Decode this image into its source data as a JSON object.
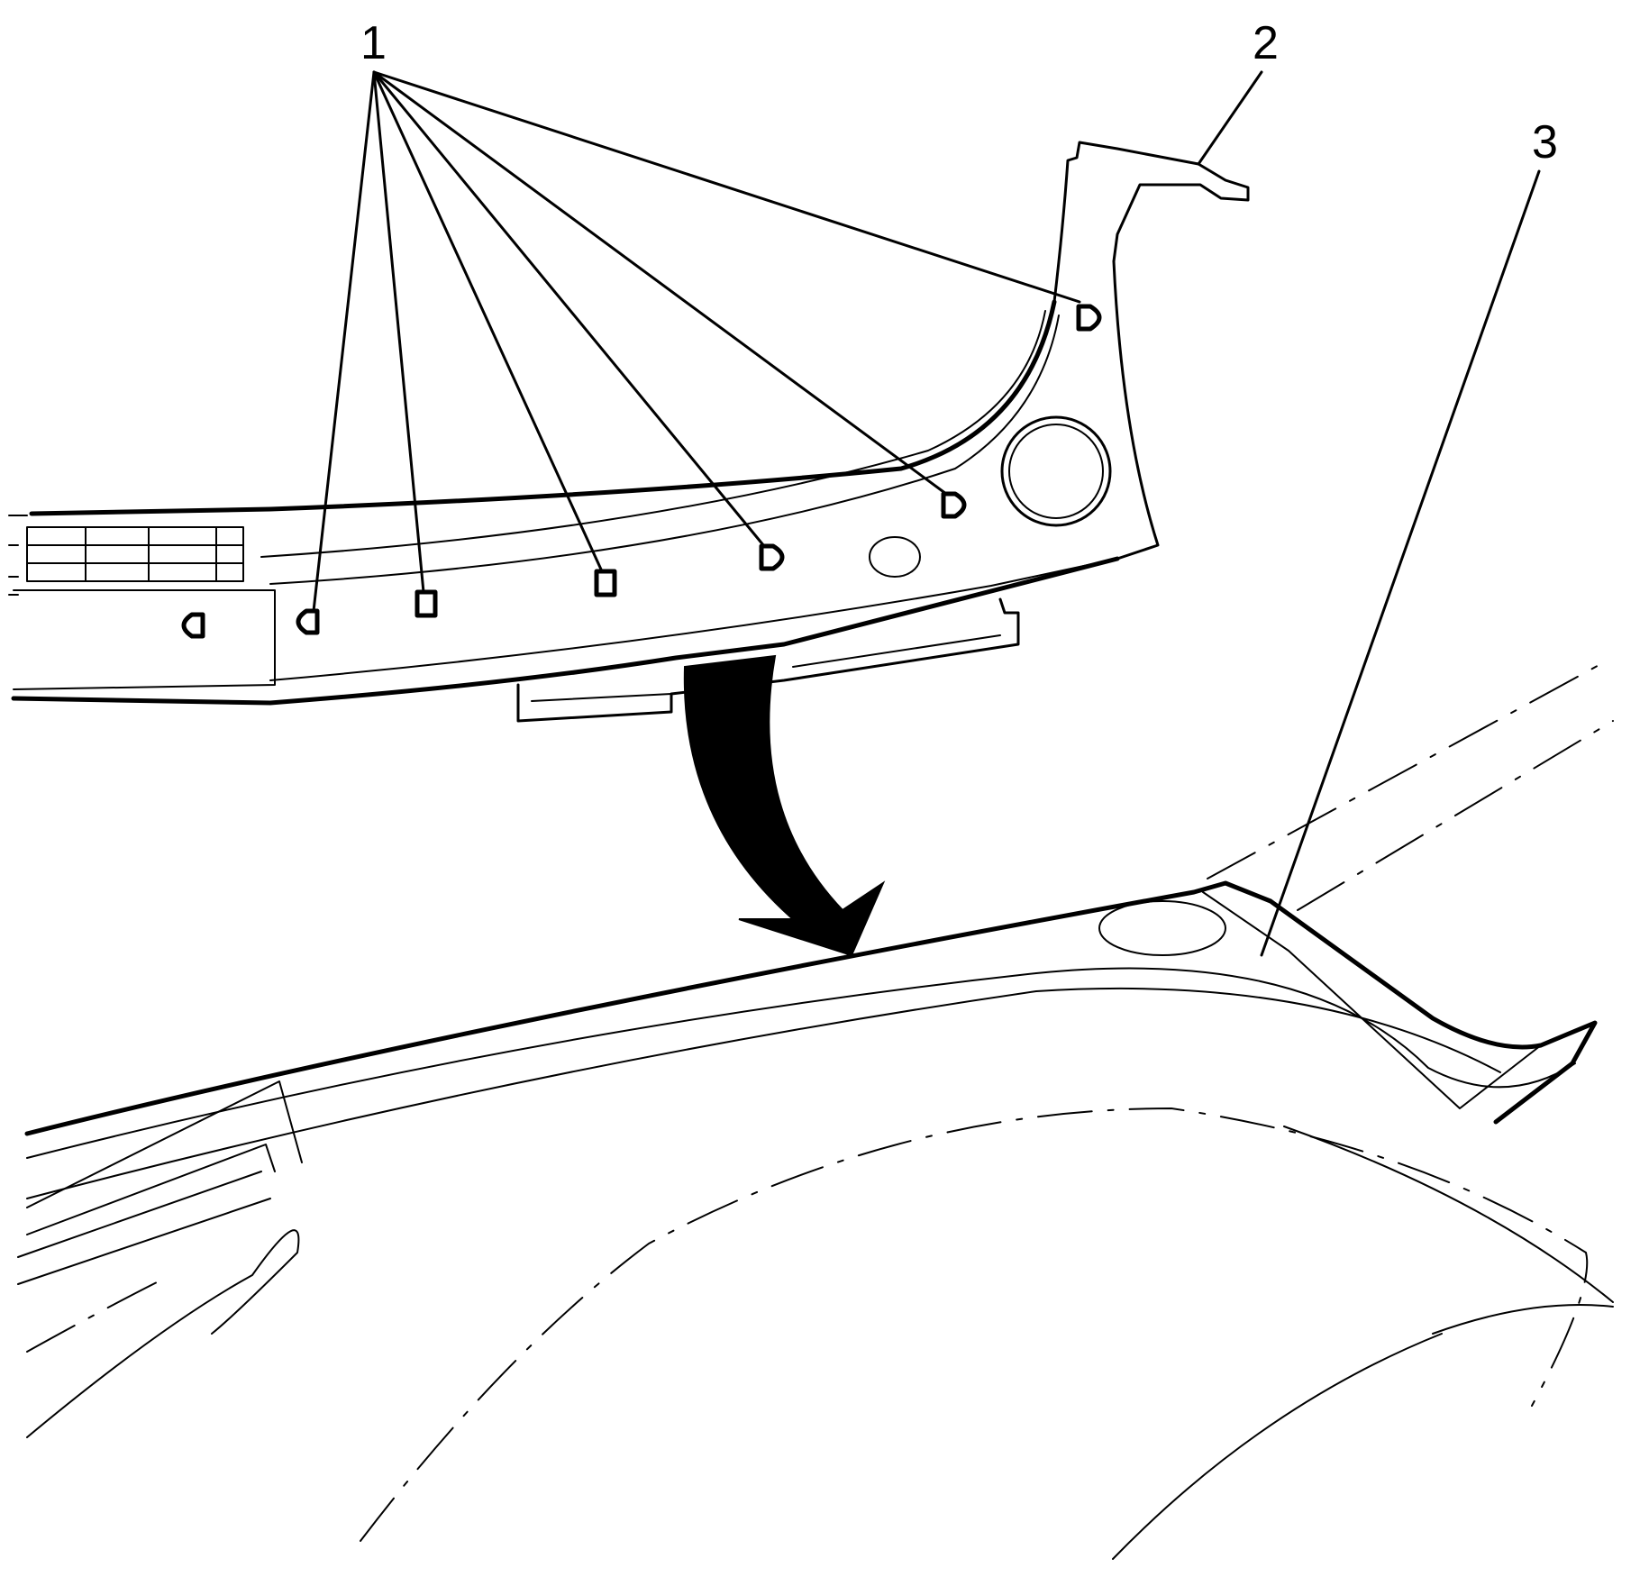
{
  "callouts": [
    {
      "id": "1",
      "label": "1"
    },
    {
      "id": "2",
      "label": "2"
    },
    {
      "id": "3",
      "label": "3"
    }
  ],
  "colors": {
    "line": "#000000",
    "background": "#ffffff"
  },
  "icons": [
    "curved-arrow-down-icon",
    "clip-icon",
    "fastener-hole-icon"
  ]
}
